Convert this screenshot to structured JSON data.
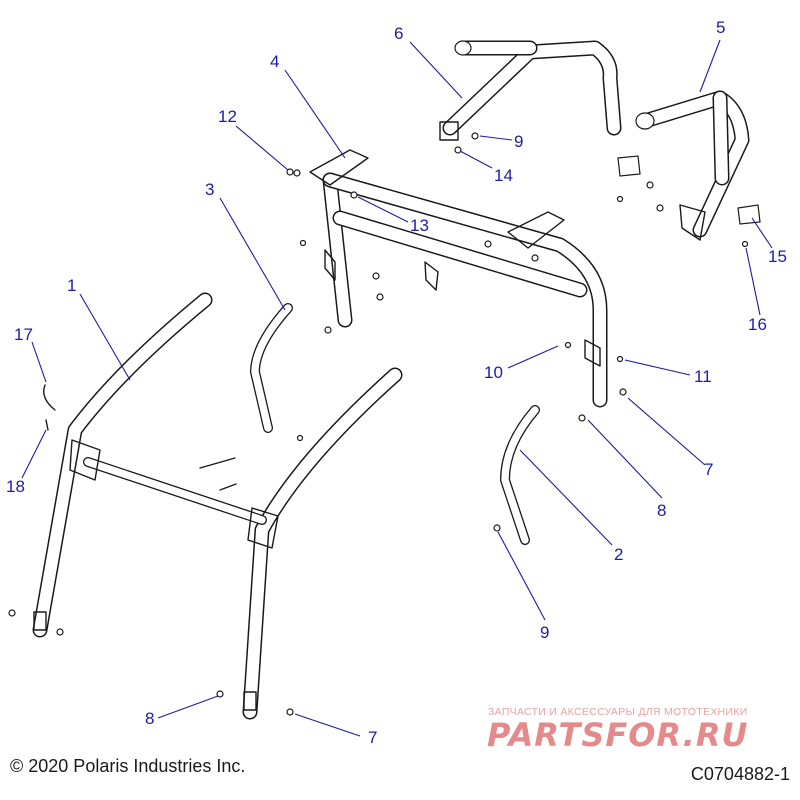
{
  "figure": {
    "copyright": "© 2020 Polaris Industries Inc.",
    "figure_code": "C0704882-1"
  },
  "watermark": {
    "tagline": "ЗАПЧАСТИ И АКСЕССУАРЫ ДЛЯ МОТОТЕХНИКИ",
    "logo": "PARTSFOR.RU"
  },
  "callouts": [
    "1",
    "2",
    "3",
    "4",
    "5",
    "6",
    "7",
    "7",
    "8",
    "8",
    "9",
    "9",
    "10",
    "11",
    "12",
    "13",
    "14",
    "15",
    "16",
    "17",
    "18"
  ],
  "colors": {
    "callout": "#1c1ca8",
    "line_art": "#1a1a1a",
    "watermark": "#e58a8a"
  }
}
